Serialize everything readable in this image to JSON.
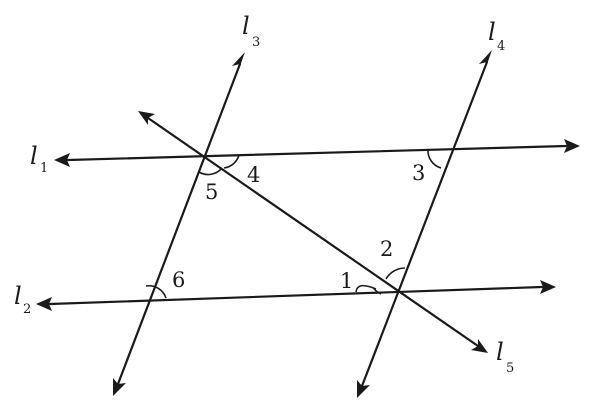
{
  "lines": [
    {
      "name": "l",
      "sub": "1"
    },
    {
      "name": "l",
      "sub": "2"
    },
    {
      "name": "l",
      "sub": "3"
    },
    {
      "name": "l",
      "sub": "4"
    },
    {
      "name": "l",
      "sub": "5"
    }
  ],
  "angles": [
    "1",
    "2",
    "3",
    "4",
    "5",
    "6"
  ],
  "colors": {
    "stroke": "#1a1a1a",
    "background": "#ffffff"
  }
}
